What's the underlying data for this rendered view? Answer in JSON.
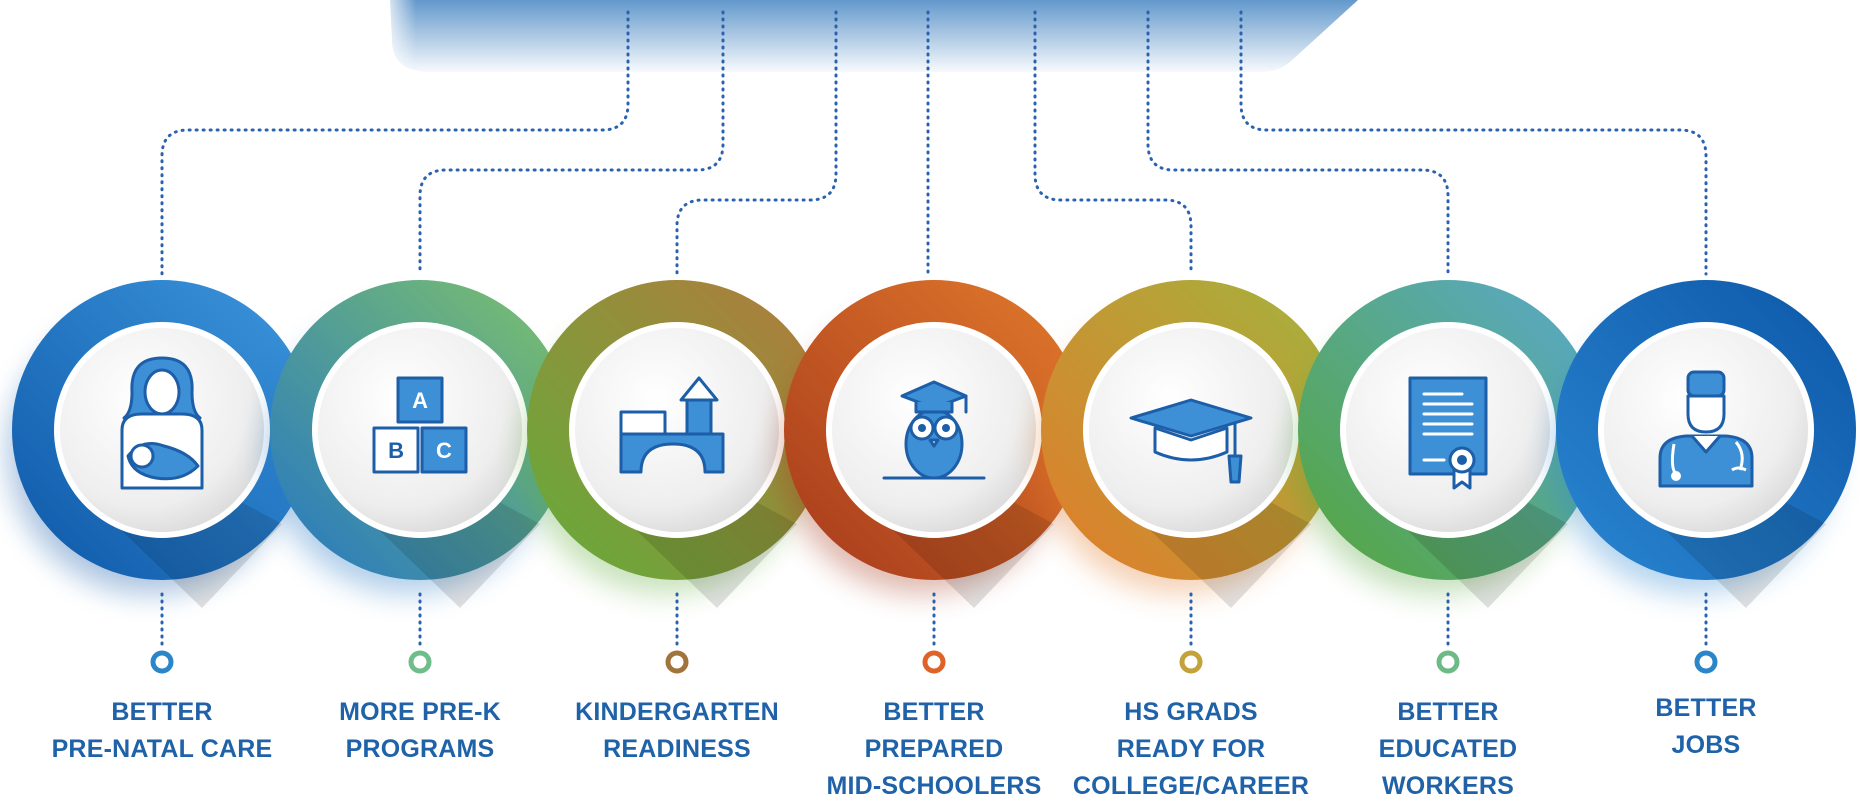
{
  "diagram": {
    "colors": {
      "label_text": "#1f62a8",
      "connector": "#2a62b0",
      "icon_fill": "#3d8fd6",
      "icon_stroke": "#1d5ea8",
      "banner": "#5b93c9"
    },
    "stages": [
      {
        "icon": "mother-baby-icon",
        "label_lines": [
          "BETTER",
          "PRE-NATAL CARE"
        ],
        "ring_colors": [
          "#0d57a8",
          "#3d97dd"
        ],
        "dot_color": "#2b86c9"
      },
      {
        "icon": "abc-blocks-icon",
        "label_lines": [
          "MORE PRE-K",
          "PROGRAMS"
        ],
        "ring_colors": [
          "#2476c4",
          "#7fc36a"
        ],
        "dot_color": "#6fbd8a",
        "blocks": [
          "A",
          "B",
          "C"
        ]
      },
      {
        "icon": "toy-blocks-icon",
        "label_lines": [
          "KINDERGARTEN",
          "READINESS"
        ],
        "ring_colors": [
          "#62ad3a",
          "#b47a3c"
        ],
        "dot_color": "#a0743a"
      },
      {
        "icon": "graduate-owl-icon",
        "label_lines": [
          "BETTER",
          "PREPARED",
          "MID-SCHOOLERS"
        ],
        "ring_colors": [
          "#a6391b",
          "#e27a2c"
        ],
        "dot_color": "#df6327"
      },
      {
        "icon": "graduation-cap-icon",
        "label_lines": [
          "HS GRADS",
          "READY FOR",
          "COLLEGE/CAREER"
        ],
        "ring_colors": [
          "#e27b2a",
          "#a3b43e"
        ],
        "dot_color": "#c4a23a"
      },
      {
        "icon": "certificate-icon",
        "label_lines": [
          "BETTER",
          "EDUCATED",
          "WORKERS"
        ],
        "ring_colors": [
          "#55a63a",
          "#5aa9d0"
        ],
        "dot_color": "#6dba86"
      },
      {
        "icon": "doctor-icon",
        "label_lines": [
          "BETTER",
          "JOBS"
        ],
        "ring_colors": [
          "#2a86d1",
          "#0d57a8"
        ],
        "dot_color": "#2b86c9"
      }
    ]
  }
}
